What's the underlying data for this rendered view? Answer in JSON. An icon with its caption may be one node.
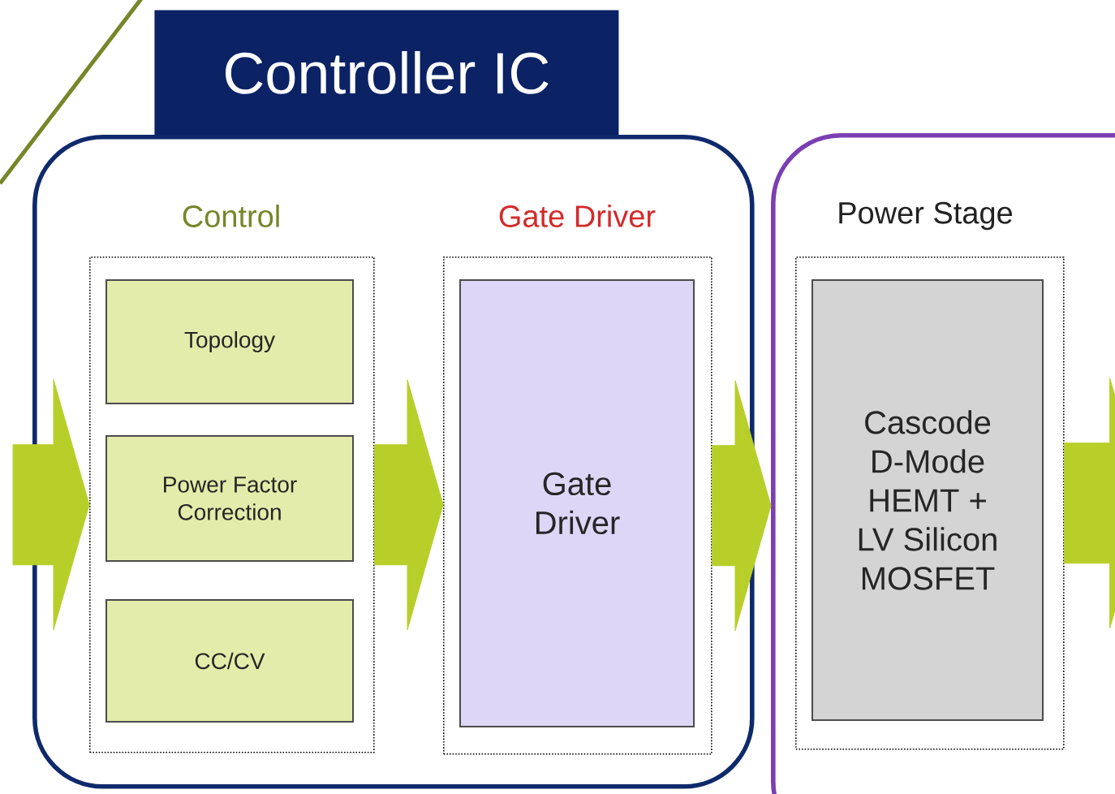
{
  "diagram": {
    "nodes": [
      {
        "text": [
          "Controller IC"
        ]
      },
      {
        "text": [
          "Control"
        ],
        "in": 0
      },
      {
        "text": [
          "Topology"
        ],
        "in": 1
      },
      {
        "text": [
          "Power Factor Correction"
        ],
        "in": 1
      },
      {
        "text": [
          "CC/CV"
        ],
        "in": 1
      },
      {
        "text": [
          "Gate Driver"
        ],
        "in": 0
      },
      {
        "text": [
          "Gate Driver"
        ],
        "in": 5
      },
      {
        "text": [
          "Power Stage"
        ]
      },
      {
        "text": [],
        "shape": "box",
        "in": 7
      },
      {
        "text": [
          "Cascode D-Mode HEMT + LV Silicon MOSFET"
        ],
        "in": 8
      }
    ],
    "edges": [
      {
        "from": null,
        "to": 1,
        "arrow": "to"
      },
      {
        "from": 1,
        "to": 5,
        "arrow": "to"
      },
      {
        "from": 5,
        "to": 7,
        "arrow": "to"
      },
      {
        "from": 8,
        "to": null,
        "arrow": "to"
      }
    ]
  }
}
